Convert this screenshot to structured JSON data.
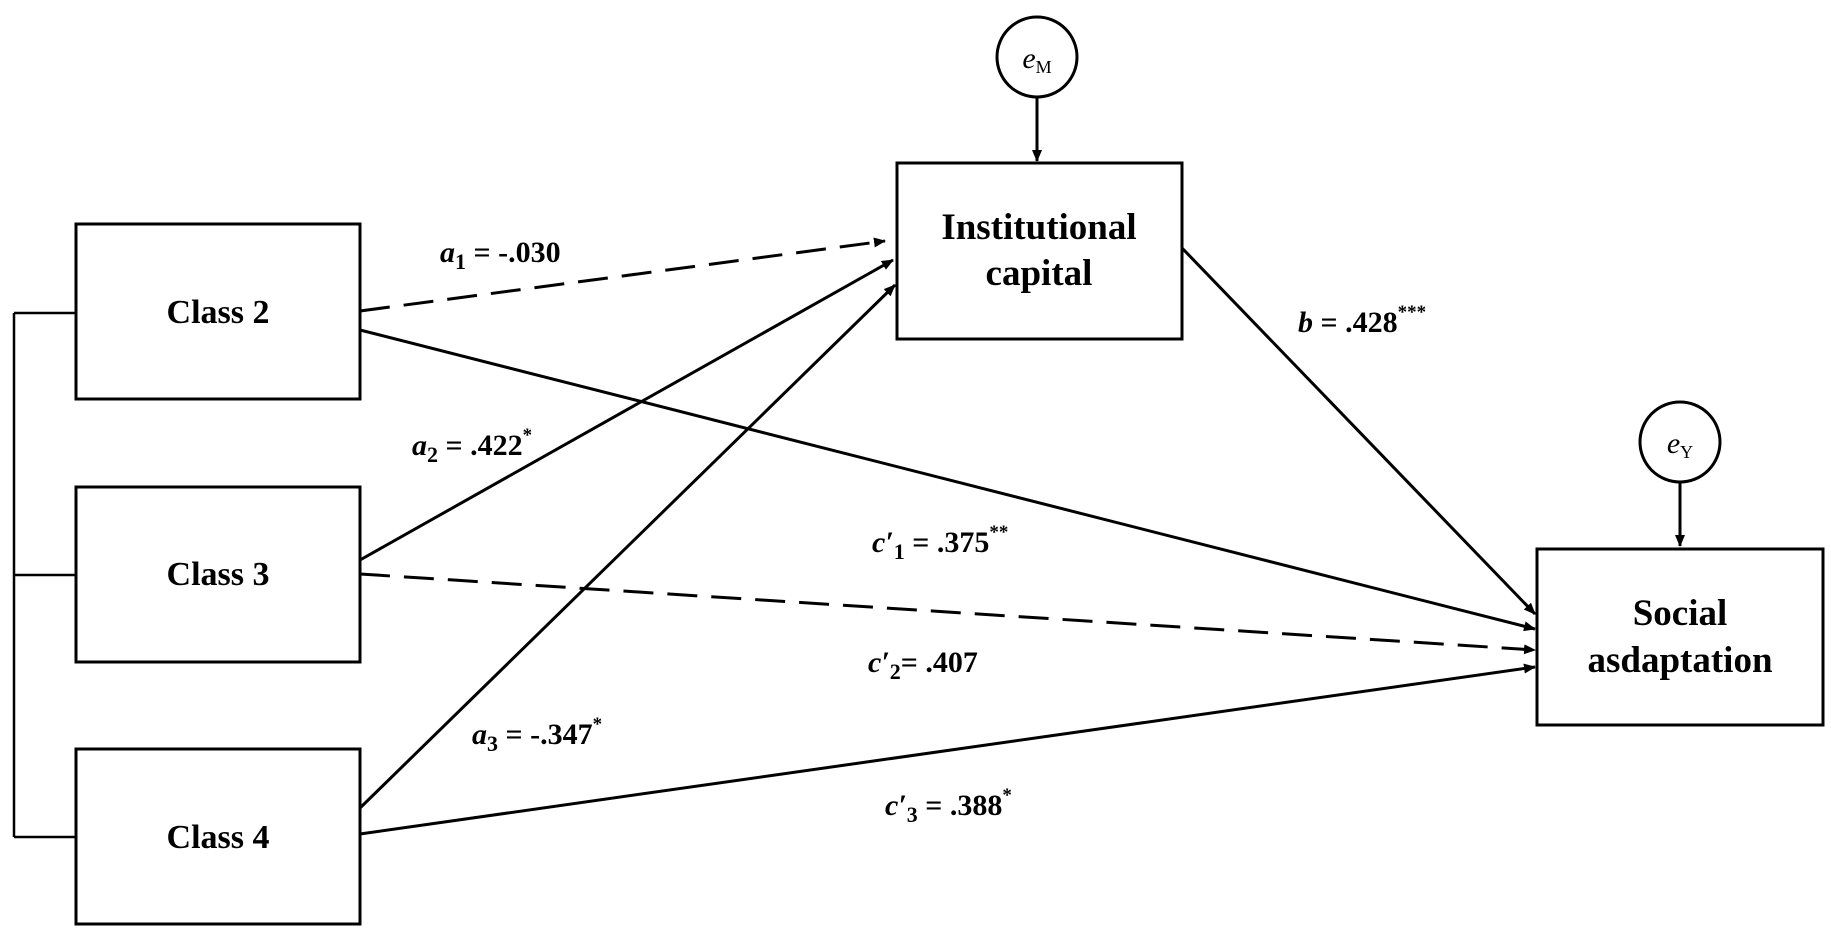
{
  "nodes": {
    "class2": "Class 2",
    "class3": "Class 3",
    "class4": "Class 4",
    "institutional_line1": "Institutional",
    "institutional_line2": "capital",
    "social_line1": "Social",
    "social_line2": "asdaptation",
    "eM_main": "e",
    "eM_sub": "M",
    "eY_main": "e",
    "eY_sub": "Y"
  },
  "paths": {
    "a1": {
      "sym": "a",
      "sub": "1",
      "val": " = -.030",
      "sig": "",
      "style": "dashed"
    },
    "a2": {
      "sym": "a",
      "sub": "2",
      "val": " = .422",
      "sig": "*",
      "style": "solid"
    },
    "a3": {
      "sym": "a",
      "sub": "3",
      "val": " = -.347",
      "sig": "*",
      "style": "solid"
    },
    "b": {
      "sym": "b",
      "val": " = .428",
      "sig": "***",
      "style": "solid"
    },
    "c1": {
      "sym": "c",
      "prime": "′",
      "sub": "1",
      "val": " = .375",
      "sig": "**",
      "style": "solid"
    },
    "c2": {
      "sym": "c",
      "prime": "′",
      "sub": "2",
      "val": "= .407",
      "sig": "",
      "style": "dashed"
    },
    "c3": {
      "sym": "c",
      "prime": "′",
      "sub": "3",
      "val": " = .388",
      "sig": "*",
      "style": "solid"
    }
  }
}
